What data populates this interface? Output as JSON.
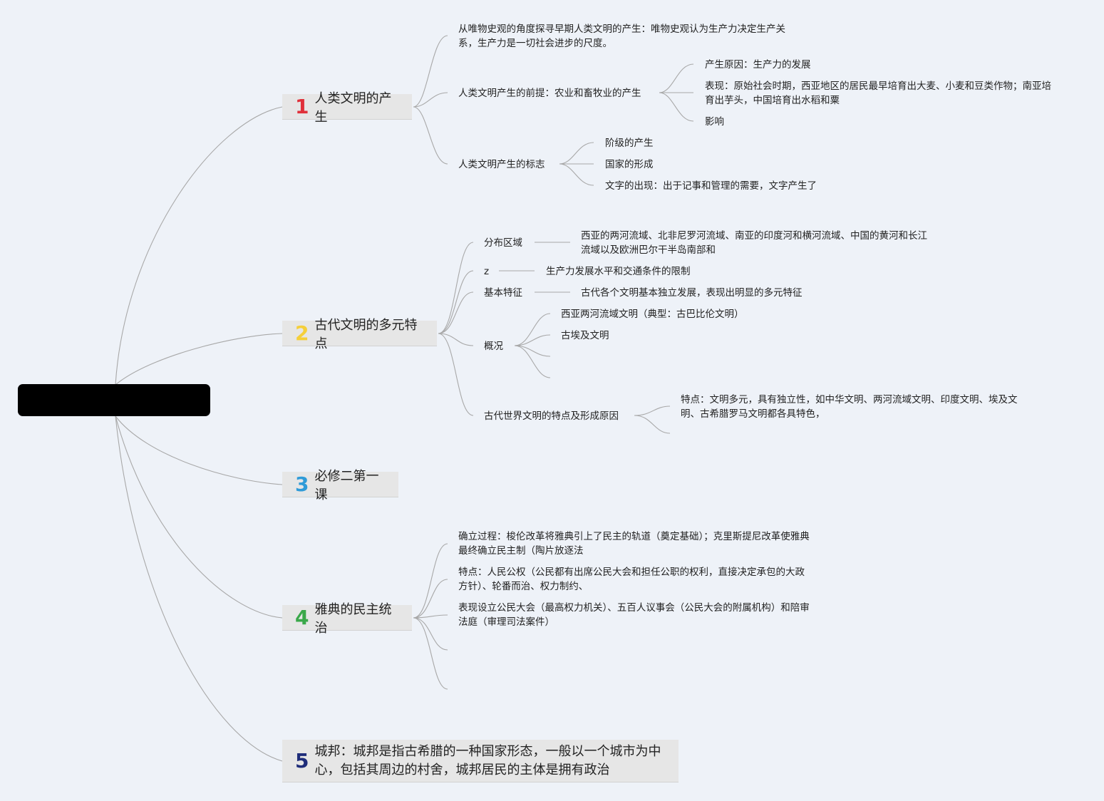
{
  "root": {
    "label": ""
  },
  "branches": [
    {
      "number": "1",
      "color": "#e0303a",
      "title": "人类文明的产生",
      "children": [
        {
          "text": "从唯物史观的角度探寻早期人类文明的产生：唯物史观认为生产力决定生产关系，生产力是一切社会进步的尺度。"
        },
        {
          "text": "人类文明产生的前提：农业和畜牧业的产生",
          "children": [
            {
              "text": "产生原因：生产力的发展"
            },
            {
              "text": "表现：原始社会时期，西亚地区的居民最早培育出大麦、小麦和豆类作物；南亚培育出芋头，中国培育出水稻和粟"
            },
            {
              "text": "影响"
            }
          ]
        },
        {
          "text": "人类文明产生的标志",
          "children": [
            {
              "text": "阶级的产生"
            },
            {
              "text": "国家的形成"
            },
            {
              "text": "文字的出现：出于记事和管理的需要，文字产生了"
            }
          ]
        }
      ]
    },
    {
      "number": "2",
      "color": "#f5cf3a",
      "title": "古代文明的多元特点",
      "children": [
        {
          "text": "分布区域",
          "children": [
            {
              "text": "西亚的两河流域、北非尼罗河流域、南亚的印度河和横河流域、中国的黄河和长江流域以及欧洲巴尔干半岛南部和"
            }
          ]
        },
        {
          "text": "z",
          "children": [
            {
              "text": "生产力发展水平和交通条件的限制"
            }
          ]
        },
        {
          "text": "基本特征",
          "children": [
            {
              "text": "古代各个文明基本独立发展，表现出明显的多元特征"
            }
          ]
        },
        {
          "text": "概况",
          "children": [
            {
              "text": "西亚两河流域文明（典型：古巴比伦文明）"
            },
            {
              "text": "古埃及文明"
            },
            {
              "text": ""
            },
            {
              "text": ""
            }
          ]
        },
        {
          "text": "古代世界文明的特点及形成原因",
          "children": [
            {
              "text": "特点：文明多元，具有独立性，如中华文明、两河流域文明、印度文明、埃及文明、古希腊罗马文明都各具特色，"
            },
            {
              "text": ""
            }
          ]
        }
      ]
    },
    {
      "number": "3",
      "color": "#2f9bd8",
      "title": "必修二第一课",
      "children": []
    },
    {
      "number": "4",
      "color": "#3aa84a",
      "title": "雅典的民主统治",
      "children": [
        {
          "text": "确立过程：梭伦改革将雅典引上了民主的轨道（奠定基础）；克里斯提尼改革使雅典最终确立民主制（陶片放逐法"
        },
        {
          "text": "特点：人民公权（公民都有出席公民大会和担任公职的权利，直接决定承包的大政方针）、轮番而治、权力制约、"
        },
        {
          "text": "表现设立公民大会（最高权力机关）、五百人议事会（公民大会的附属机构）和陪审法庭（审理司法案件）"
        },
        {
          "text": ""
        },
        {
          "text": ""
        }
      ]
    },
    {
      "number": "5",
      "color": "#1f2d7a",
      "title": "城邦：城邦是指古希腊的一种国家形态，一般以一个城市为中心，包括其周边的村舍，城邦居民的主体是拥有政治",
      "children": []
    }
  ]
}
